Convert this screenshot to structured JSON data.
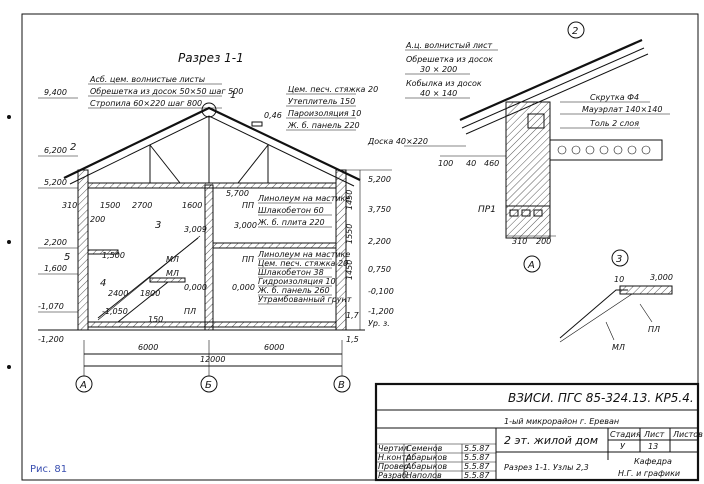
{
  "figure_caption": "Рис. 81",
  "section_1": {
    "title": "Разрез 1-1",
    "mark_1": "1",
    "mark_2": "2",
    "mark_3": "3",
    "mark_4": "4",
    "mark_5": "5",
    "roof_labels": [
      "Асб. цем. волнистые листы",
      "Обрешетка из досок 50×50 шаг 500",
      "Стропила 60×220 шаг 800"
    ],
    "roof_layers": [
      "Цем. песч. стяжка 20",
      "Утеплитель 150",
      "Пароизоляция 10",
      "Ж. б. панель 220"
    ],
    "floor_upper": [
      "Линолеум на мастике",
      "Шлакобетон 60",
      "Ж. б. плита 220"
    ],
    "floor_lower": [
      "Линолеум на мастике",
      "Цем. песч. стяжка 20",
      "Шлакобетон 38",
      "Гидроизоляция 10",
      "Ж. б. панель 260",
      "Утрамбованный грунт"
    ],
    "left_levels": [
      "9,400",
      "6,200",
      "5,200",
      "2,200",
      "1,600",
      "-1,070",
      "-1,200"
    ],
    "right_levels": [
      "5,200",
      "3,750",
      "2,200",
      "0,750",
      "-0,100",
      "-1,200",
      "Ур. з."
    ],
    "right_dims": [
      "1450",
      "1550",
      "1450"
    ],
    "interior_texts": [
      "0,46",
      "310",
      "1500",
      "2700",
      "1600",
      "200",
      "5,700",
      "3,000",
      "ПП",
      "ПП",
      "1,500",
      "2400",
      "1800",
      "0,000",
      "0,000",
      "-1,050",
      "МЛ",
      "МЛ",
      "ПЛ",
      "3,009",
      "150",
      "1,7",
      "1,5"
    ],
    "dims_bottom": [
      "6000",
      "6000",
      "12000"
    ],
    "axes": [
      "А",
      "Б",
      "В"
    ]
  },
  "node_2": {
    "number": "2",
    "labels": [
      "А.ц. волнистый лист",
      "Обрешетка из досок",
      "30 × 200",
      "Кобылка из досок",
      "40 × 140",
      "Доска 40×220",
      "Скрутка Ф4",
      "Мауэрлат 140×140",
      "Толь 2 слоя"
    ],
    "dims": [
      "100",
      "40",
      "460",
      "310",
      "200"
    ],
    "pr": "ПР1",
    "axis": "А"
  },
  "node_3": {
    "number": "3",
    "dims": [
      "10",
      "3,000"
    ],
    "labels": [
      "ПЛ",
      "МЛ"
    ]
  },
  "title_block": {
    "code": "ВЗИСИ. ПГС 85-324.13. КР5.4.",
    "project": "1-ый микрорайон г. Ереван",
    "object": "2 эт. жилой дом",
    "sheet_title": "Разрез 1-1. Узлы 2,3",
    "org": [
      "Кафедра",
      "Н.Г. и графики"
    ],
    "col_headers": [
      "Стадия",
      "Лист",
      "Листов"
    ],
    "col_values": [
      "У",
      "13",
      ""
    ],
    "roles": [
      "Чертил",
      "Н.контр.",
      "Провер.",
      "Разраб."
    ],
    "names": [
      "Семенов",
      "Абарыков",
      "Абарыков",
      "Наполов"
    ],
    "dates": [
      "5.5.87",
      "5.5.87",
      "5.5.87",
      "5.5.87"
    ]
  }
}
